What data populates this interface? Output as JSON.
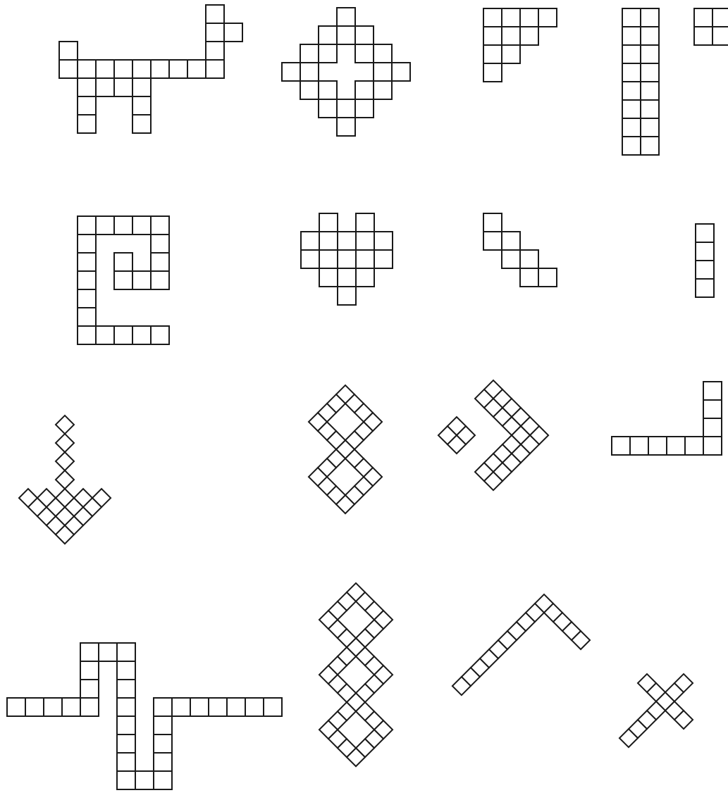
{
  "figures": [
    {
      "id": "fig-llama",
      "orient": "square",
      "cells": [
        [
          8,
          0
        ],
        [
          8,
          1
        ],
        [
          9,
          1
        ],
        [
          8,
          2
        ],
        [
          8,
          3
        ],
        [
          0,
          2
        ],
        [
          0,
          3
        ],
        [
          1,
          3
        ],
        [
          2,
          3
        ],
        [
          3,
          3
        ],
        [
          4,
          3
        ],
        [
          5,
          3
        ],
        [
          6,
          3
        ],
        [
          7,
          3
        ],
        [
          1,
          4
        ],
        [
          2,
          4
        ],
        [
          3,
          4
        ],
        [
          4,
          4
        ],
        [
          1,
          5
        ],
        [
          4,
          5
        ],
        [
          1,
          6
        ],
        [
          4,
          6
        ]
      ]
    },
    {
      "id": "fig-ring-diamond",
      "orient": "square",
      "cells": [
        [
          3,
          0
        ],
        [
          2,
          1
        ],
        [
          3,
          1
        ],
        [
          4,
          1
        ],
        [
          1,
          2
        ],
        [
          2,
          2
        ],
        [
          4,
          2
        ],
        [
          5,
          2
        ],
        [
          0,
          3
        ],
        [
          1,
          3
        ],
        [
          5,
          3
        ],
        [
          6,
          3
        ],
        [
          1,
          4
        ],
        [
          2,
          4
        ],
        [
          4,
          4
        ],
        [
          5,
          4
        ],
        [
          2,
          5
        ],
        [
          3,
          5
        ],
        [
          4,
          5
        ],
        [
          3,
          6
        ]
      ]
    },
    {
      "id": "fig-staircase-triangle",
      "orient": "square",
      "cells": [
        [
          0,
          0
        ],
        [
          1,
          0
        ],
        [
          2,
          0
        ],
        [
          3,
          0
        ],
        [
          0,
          1
        ],
        [
          1,
          1
        ],
        [
          2,
          1
        ],
        [
          0,
          2
        ],
        [
          1,
          2
        ],
        [
          0,
          3
        ]
      ]
    },
    {
      "id": "fig-tall-column",
      "orient": "square",
      "cells": [
        [
          0,
          0
        ],
        [
          1,
          0
        ],
        [
          0,
          1
        ],
        [
          1,
          1
        ],
        [
          0,
          2
        ],
        [
          1,
          2
        ],
        [
          0,
          3
        ],
        [
          1,
          3
        ],
        [
          0,
          4
        ],
        [
          1,
          4
        ],
        [
          0,
          5
        ],
        [
          1,
          5
        ],
        [
          0,
          6
        ],
        [
          1,
          6
        ],
        [
          0,
          7
        ],
        [
          1,
          7
        ]
      ]
    },
    {
      "id": "fig-edge-pair",
      "orient": "square",
      "cells": [
        [
          0,
          0
        ],
        [
          1,
          0
        ],
        [
          0,
          1
        ],
        [
          1,
          1
        ]
      ]
    },
    {
      "id": "fig-spiral",
      "orient": "square",
      "cells": [
        [
          0,
          0
        ],
        [
          1,
          0
        ],
        [
          2,
          0
        ],
        [
          3,
          0
        ],
        [
          4,
          0
        ],
        [
          4,
          1
        ],
        [
          4,
          2
        ],
        [
          4,
          3
        ],
        [
          0,
          1
        ],
        [
          0,
          2
        ],
        [
          0,
          3
        ],
        [
          0,
          4
        ],
        [
          0,
          5
        ],
        [
          2,
          2
        ],
        [
          2,
          3
        ],
        [
          3,
          3
        ],
        [
          0,
          6
        ],
        [
          1,
          6
        ],
        [
          2,
          6
        ],
        [
          3,
          6
        ],
        [
          4,
          6
        ]
      ]
    },
    {
      "id": "fig-heart",
      "orient": "square",
      "cells": [
        [
          1,
          0
        ],
        [
          3,
          0
        ],
        [
          0,
          1
        ],
        [
          1,
          1
        ],
        [
          2,
          1
        ],
        [
          3,
          1
        ],
        [
          4,
          1
        ],
        [
          0,
          2
        ],
        [
          1,
          2
        ],
        [
          2,
          2
        ],
        [
          3,
          2
        ],
        [
          4,
          2
        ],
        [
          1,
          3
        ],
        [
          2,
          3
        ],
        [
          3,
          3
        ],
        [
          2,
          4
        ]
      ]
    },
    {
      "id": "fig-steps",
      "orient": "square",
      "cells": [
        [
          0,
          0
        ],
        [
          0,
          1
        ],
        [
          1,
          1
        ],
        [
          1,
          2
        ],
        [
          2,
          2
        ],
        [
          2,
          3
        ],
        [
          3,
          3
        ]
      ]
    },
    {
      "id": "fig-short-column",
      "orient": "square",
      "cells": [
        [
          0,
          0
        ],
        [
          0,
          1
        ],
        [
          0,
          2
        ],
        [
          0,
          3
        ]
      ]
    },
    {
      "id": "fig-fish",
      "orient": "diamond",
      "cells": [
        [
          0,
          0
        ],
        [
          1,
          1
        ],
        [
          2,
          2
        ],
        [
          3,
          3
        ],
        [
          4,
          4
        ],
        [
          2,
          6
        ],
        [
          3,
          5
        ],
        [
          5,
          3
        ],
        [
          6,
          2
        ],
        [
          3,
          6
        ],
        [
          4,
          5
        ],
        [
          5,
          4
        ],
        [
          6,
          3
        ],
        [
          4,
          6
        ],
        [
          5,
          5
        ],
        [
          6,
          4
        ],
        [
          5,
          6
        ],
        [
          6,
          5
        ],
        [
          6,
          6
        ]
      ]
    },
    {
      "id": "fig-double-diamond",
      "orient": "diamond",
      "cells": [
        [
          0,
          0
        ],
        [
          1,
          0
        ],
        [
          2,
          0
        ],
        [
          3,
          0
        ],
        [
          0,
          1
        ],
        [
          0,
          2
        ],
        [
          0,
          3
        ],
        [
          3,
          1
        ],
        [
          3,
          2
        ],
        [
          3,
          3
        ],
        [
          1,
          3
        ],
        [
          2,
          3
        ],
        [
          4,
          3
        ],
        [
          5,
          3
        ],
        [
          6,
          3
        ],
        [
          3,
          4
        ],
        [
          3,
          5
        ],
        [
          3,
          6
        ],
        [
          6,
          4
        ],
        [
          6,
          5
        ],
        [
          6,
          6
        ],
        [
          4,
          6
        ],
        [
          5,
          6
        ]
      ]
    },
    {
      "id": "fig-diagonal-x",
      "orient": "diamond",
      "cells": [
        [
          0,
          0
        ],
        [
          1,
          0
        ],
        [
          2,
          0
        ],
        [
          3,
          0
        ],
        [
          4,
          0
        ],
        [
          5,
          0
        ],
        [
          0,
          1
        ],
        [
          1,
          1
        ],
        [
          2,
          1
        ],
        [
          3,
          1
        ],
        [
          4,
          1
        ],
        [
          5,
          1
        ],
        [
          4,
          2
        ],
        [
          5,
          2
        ],
        [
          4,
          3
        ],
        [
          5,
          3
        ],
        [
          4,
          4
        ],
        [
          5,
          4
        ],
        [
          4,
          5
        ],
        [
          5,
          5
        ],
        [
          0,
          4
        ],
        [
          1,
          4
        ],
        [
          0,
          5
        ],
        [
          1,
          5
        ]
      ]
    },
    {
      "id": "fig-l-corner",
      "orient": "square",
      "cells": [
        [
          5,
          0
        ],
        [
          5,
          1
        ],
        [
          5,
          2
        ],
        [
          0,
          3
        ],
        [
          1,
          3
        ],
        [
          2,
          3
        ],
        [
          3,
          3
        ],
        [
          4,
          3
        ],
        [
          5,
          3
        ]
      ]
    },
    {
      "id": "fig-long-wave",
      "orient": "square",
      "cells": [
        [
          0,
          3
        ],
        [
          1,
          3
        ],
        [
          2,
          3
        ],
        [
          3,
          3
        ],
        [
          4,
          3
        ],
        [
          4,
          0
        ],
        [
          4,
          1
        ],
        [
          4,
          2
        ],
        [
          5,
          0
        ],
        [
          6,
          0
        ],
        [
          6,
          1
        ],
        [
          6,
          2
        ],
        [
          6,
          3
        ],
        [
          6,
          4
        ],
        [
          6,
          5
        ],
        [
          6,
          6
        ],
        [
          6,
          7
        ],
        [
          7,
          7
        ],
        [
          8,
          7
        ],
        [
          8,
          3
        ],
        [
          8,
          4
        ],
        [
          8,
          5
        ],
        [
          8,
          6
        ],
        [
          9,
          3
        ],
        [
          10,
          3
        ],
        [
          11,
          3
        ],
        [
          12,
          3
        ],
        [
          13,
          3
        ],
        [
          14,
          3
        ]
      ]
    },
    {
      "id": "fig-triple-diamond",
      "orient": "diamond",
      "cells": [
        [
          0,
          0
        ],
        [
          1,
          0
        ],
        [
          2,
          0
        ],
        [
          3,
          0
        ],
        [
          0,
          1
        ],
        [
          0,
          2
        ],
        [
          0,
          3
        ],
        [
          3,
          1
        ],
        [
          3,
          2
        ],
        [
          3,
          3
        ],
        [
          1,
          3
        ],
        [
          2,
          3
        ],
        [
          4,
          3
        ],
        [
          5,
          3
        ],
        [
          6,
          3
        ],
        [
          3,
          4
        ],
        [
          3,
          5
        ],
        [
          3,
          6
        ],
        [
          6,
          4
        ],
        [
          6,
          5
        ],
        [
          6,
          6
        ],
        [
          4,
          6
        ],
        [
          5,
          6
        ],
        [
          7,
          6
        ],
        [
          8,
          6
        ],
        [
          9,
          6
        ],
        [
          6,
          7
        ],
        [
          6,
          8
        ],
        [
          6,
          9
        ],
        [
          9,
          7
        ],
        [
          9,
          8
        ],
        [
          9,
          9
        ],
        [
          7,
          9
        ],
        [
          8,
          9
        ]
      ]
    },
    {
      "id": "fig-chevron",
      "orient": "diamond",
      "cells": [
        [
          0,
          0
        ],
        [
          1,
          0
        ],
        [
          2,
          0
        ],
        [
          3,
          0
        ],
        [
          4,
          0
        ],
        [
          0,
          1
        ],
        [
          0,
          2
        ],
        [
          0,
          3
        ],
        [
          0,
          4
        ],
        [
          0,
          5
        ],
        [
          0,
          6
        ],
        [
          0,
          7
        ],
        [
          0,
          8
        ],
        [
          0,
          9
        ]
      ]
    },
    {
      "id": "fig-small-x",
      "orient": "diamond",
      "cells": [
        [
          0,
          0
        ],
        [
          1,
          0
        ],
        [
          2,
          0
        ],
        [
          3,
          0
        ],
        [
          4,
          0
        ],
        [
          2,
          1
        ],
        [
          2,
          2
        ],
        [
          2,
          3
        ],
        [
          2,
          4
        ],
        [
          2,
          -1
        ],
        [
          2,
          -2
        ]
      ]
    }
  ]
}
